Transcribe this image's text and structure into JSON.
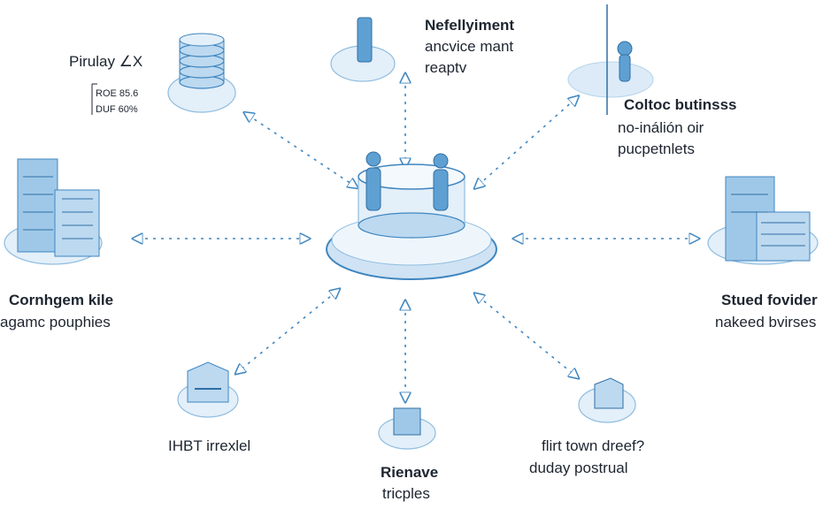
{
  "title_metric": {
    "label": "Pirulay ∠X",
    "lines": [
      "ROE 85.6",
      "DUF 60%"
    ]
  },
  "nodes": {
    "top": {
      "title": "Nefellyiment",
      "lines": [
        "ancvice mant",
        "reaptv"
      ]
    },
    "top_right": {
      "title": "Coltoc butinsss",
      "lines": [
        "no-inálión oir",
        "pucpetnlets"
      ]
    },
    "left": {
      "title": "Cornhgem kile",
      "lines": [
        "agamc pouphies"
      ]
    },
    "right": {
      "title": "Stued fovider",
      "lines": [
        "nakeed bvirses"
      ]
    },
    "bottom_left": {
      "lines": [
        "IHBT irrexlel"
      ]
    },
    "bottom": {
      "title": "Rienave",
      "lines": [
        "tricples"
      ]
    },
    "bottom_right": {
      "lines": [
        "flirt town dreef?",
        "duday postrual"
      ]
    }
  },
  "colors": {
    "accent": "#3f86c0",
    "light": "#e3eff9"
  }
}
